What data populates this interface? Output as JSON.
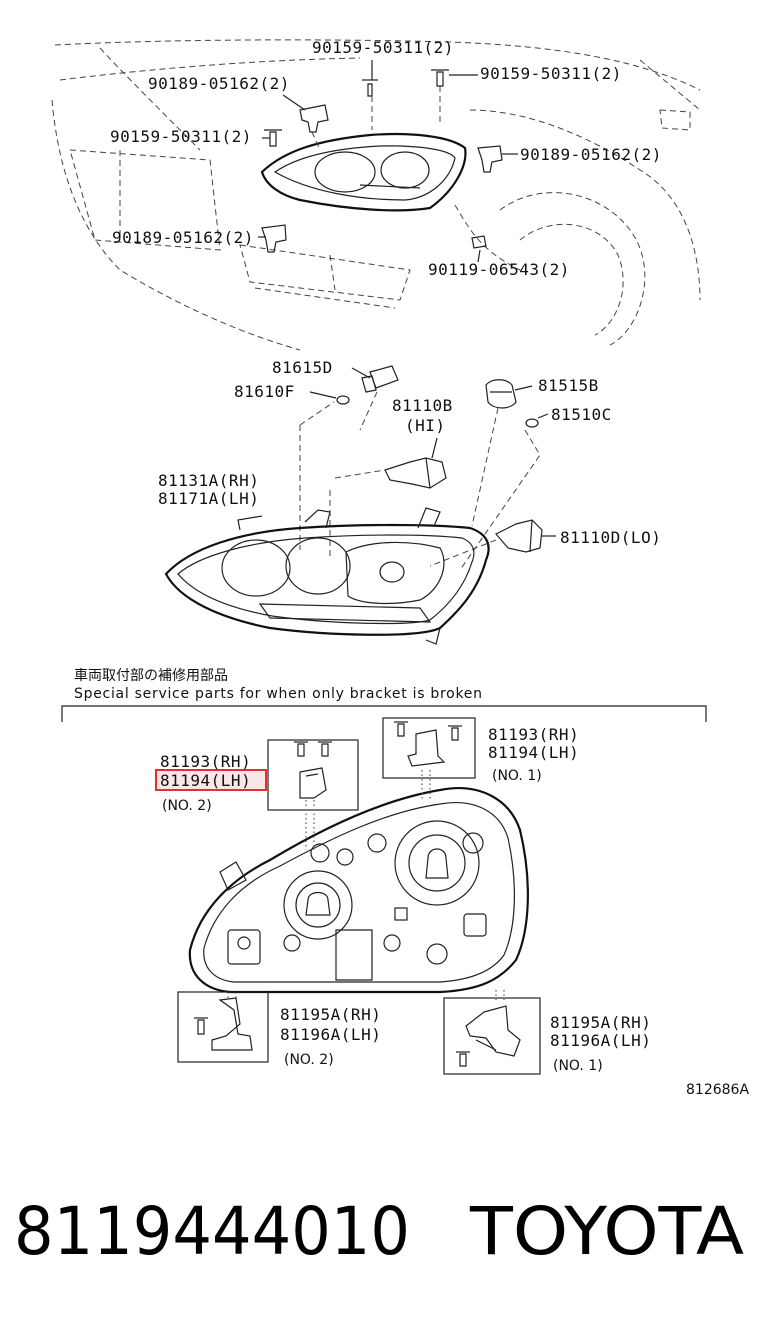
{
  "top_callouts": {
    "a": "90159-50311(2)",
    "b": "90159-50311(2)",
    "c": "90189-05162(2)",
    "d": "90159-50311(2)",
    "e": "90189-05162(2)",
    "f": "90189-05162(2)",
    "g": "90119-06543(2)"
  },
  "bulb_callouts": {
    "p1": "81615D",
    "p2": "81610F",
    "p3": "81515B",
    "p4": "81510C",
    "p5": "81110B",
    "p5_sub": "(HI)",
    "p6": "81131A(RH)",
    "p7": "81171A(LH)",
    "p8": "81110D(LO)"
  },
  "note": {
    "jp": "車両取付部の補修用部品",
    "en": "Special service parts for when only bracket is broken"
  },
  "bracket_callouts": {
    "n1_rh": "81193(RH)",
    "n1_lh": "81194(LH)",
    "n1_tag": "(NO. 1)",
    "n2_rh": "81193(RH)",
    "n2_lh": "81194(LH)",
    "n2_tag": "(NO. 2)",
    "b2_rh": "81195A(RH)",
    "b2_lh": "81196A(LH)",
    "b2_tag": "(NO. 2)",
    "b1_rh": "81195A(RH)",
    "b1_lh": "81196A(LH)",
    "b1_tag": "(NO. 1)"
  },
  "diagram_code": "812686A",
  "footer": {
    "part_number": "8119444010",
    "brand": "TOYOTA"
  },
  "highlight_color": "#e03030"
}
